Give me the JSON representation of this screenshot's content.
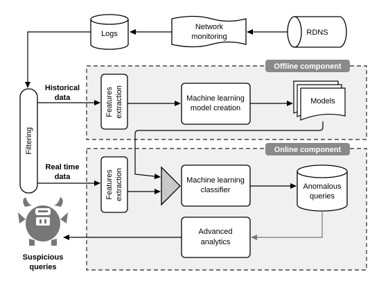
{
  "nodes": {
    "logs": "Logs",
    "network_monitoring": [
      "Network",
      "monitoring"
    ],
    "rdns": "RDNS",
    "filtering": "Filtering",
    "historical_data": [
      "Historical",
      "data"
    ],
    "real_time_data": [
      "Real time",
      "data"
    ],
    "features_extraction_offline": [
      "Features",
      "extraction"
    ],
    "features_extraction_online": [
      "Features",
      "extraction"
    ],
    "ml_model_creation": [
      "Machine learning",
      "model creation"
    ],
    "models": "Models",
    "ml_classifier": [
      "Machine learning",
      "classifier"
    ],
    "anomalous_queries": [
      "Anomalous",
      "queries"
    ],
    "advanced_analytics": [
      "Advanced",
      "analytics"
    ],
    "suspicious_queries": [
      "Suspicious",
      "queries"
    ]
  },
  "regions": {
    "offline": "Offline component",
    "online": "Online component"
  }
}
